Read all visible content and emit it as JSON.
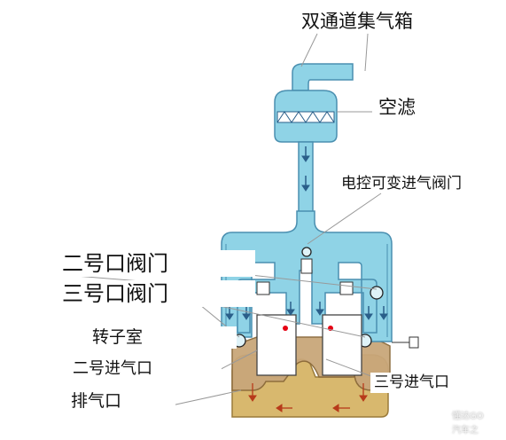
{
  "labels": {
    "dual_channel_box": "双通道集气箱",
    "air_filter": "空滤",
    "electric_valve": "电控可变进气阀门",
    "port2_valve": "二号口阀门",
    "port3_valve": "三号口阀门",
    "rotor_chamber": "转子室",
    "port2_intake": "二号进气口",
    "exhaust_port": "排气口",
    "port3_intake": "三号进气口"
  },
  "watermark": {
    "line1": "懂达GO",
    "line2": "汽车之"
  },
  "colors": {
    "pipe_fill": "#8fd3e6",
    "pipe_stroke": "#4a8fb0",
    "engine_fill": "#c9a77a",
    "exhaust_fill": "#d8b86e",
    "flow_arrow": "#2a5f8a",
    "exhaust_arrow": "#b73a1a",
    "rotor_dot": "#e60012",
    "leader_line": "#999999"
  }
}
